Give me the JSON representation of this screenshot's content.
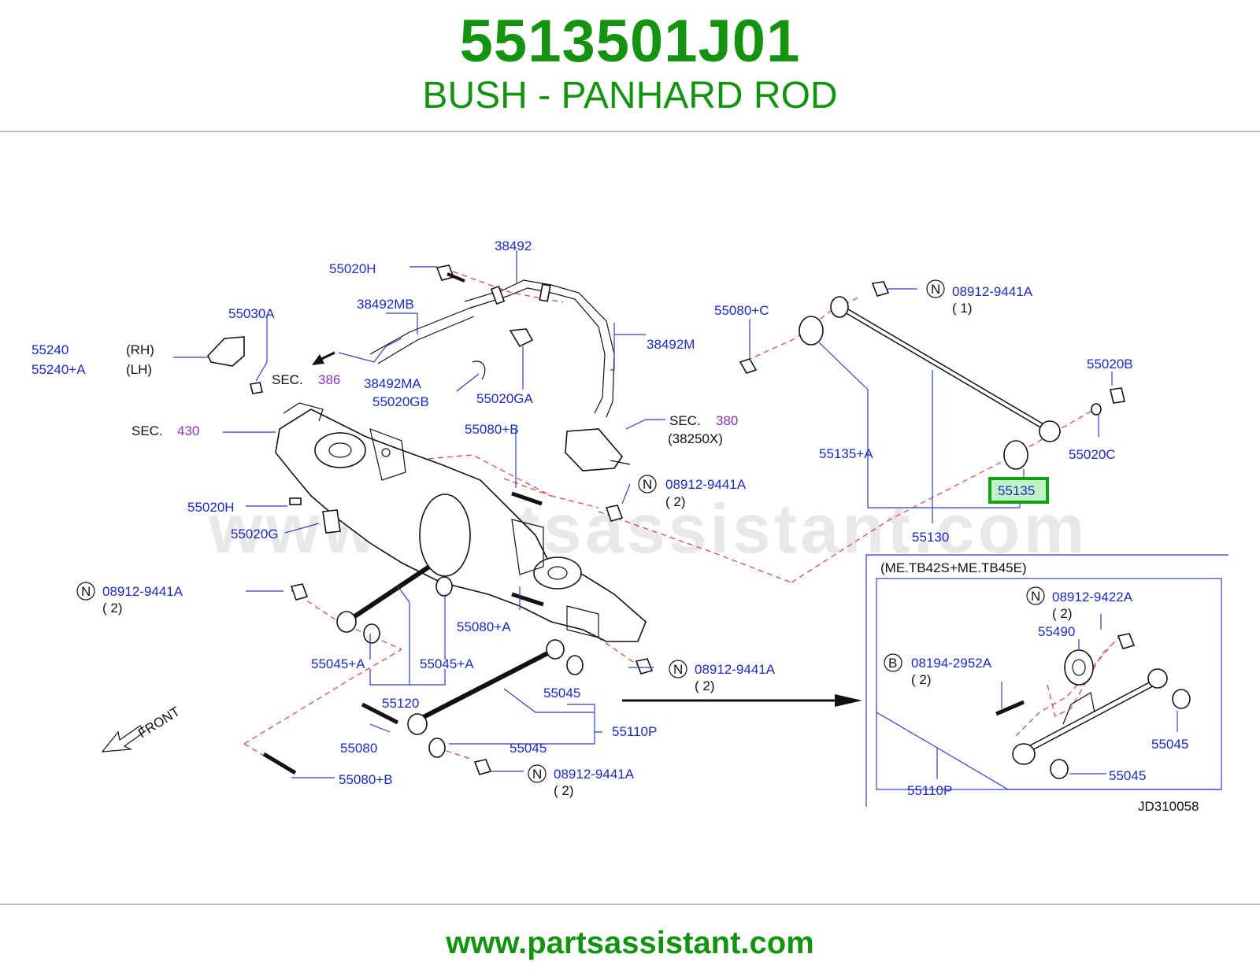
{
  "header": {
    "part_number": "5513501J01",
    "part_name": "BUSH - PANHARD ROD"
  },
  "footer": {
    "url": "www.partsassistant.com"
  },
  "watermark": "www.partsassistant.com",
  "colors": {
    "brand_green": "#13930f",
    "callout_blue": "#1b2bbf",
    "section_purple": "#8a2fc0",
    "dash_red": "#e23c3c",
    "highlight_green": "#14a014"
  },
  "diagram": {
    "drawing_code": "JD310058",
    "highlighted_callout": "55135",
    "inset_title": "(ME.TB42S+ME.TB45E)",
    "front_label": "FRONT",
    "callouts": {
      "c55020h_top": "55020H",
      "c38492": "38492",
      "c38492mb": "38492MB",
      "c55030a": "55030A",
      "c55240": "55240",
      "c55240a": "55240+A",
      "rh": "(RH)",
      "lh": "(LH)",
      "sec_386_prefix": "SEC.",
      "sec_386_num": "386",
      "c38492ma": "38492MA",
      "c55020gb": "55020GB",
      "c55020ga": "55020GA",
      "c38492m": "38492M",
      "sec_380_prefix": "SEC.",
      "sec_380_num": "380",
      "c38250x": "(38250X)",
      "sec_430_prefix": "SEC.",
      "sec_430_num": "430",
      "c55080b_top": "55080+B",
      "n_08912_mid": "08912-9441A",
      "n_mid_qty": "( 2)",
      "c55020h_mid": "55020H",
      "c55020g": "55020G",
      "n_08912_left": "08912-9441A",
      "n_left_qty": "( 2)",
      "c55080a": "55080+A",
      "c55045a_1": "55045+A",
      "c55045a_2": "55045+A",
      "n_08912_right": "08912-9441A",
      "n_right_qty": "( 2)",
      "c55045_mid": "55045",
      "c55120": "55120",
      "c55110p": "55110P",
      "c55080": "55080",
      "c55045_low": "55045",
      "c55080b_low": "55080+B",
      "n_08912_low": "08912-9441A",
      "n_low_qty": "( 2)",
      "c55080c": "55080+C",
      "n_08912_top": "08912-9441A",
      "n_top_qty": "( 1)",
      "c55020b": "55020B",
      "c55135a": "55135+A",
      "c55020c": "55020C",
      "c55135": "55135",
      "c55130": "55130",
      "n_08912_9422": "08912-9422A",
      "n_9422_qty": "( 2)",
      "c55490": "55490",
      "b_08194": "08194-2952A",
      "b_qty": "( 2)",
      "c55045_in1": "55045",
      "c55045_in2": "55045",
      "c55110p_in": "55110P",
      "n_symbol": "N",
      "b_symbol": "B"
    }
  }
}
